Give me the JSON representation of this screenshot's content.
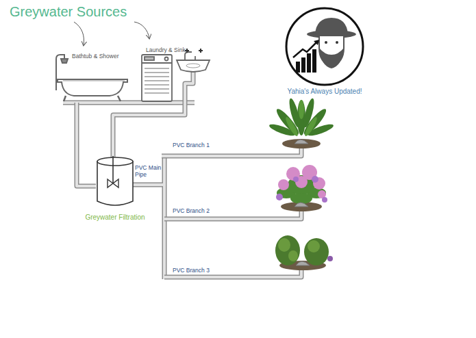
{
  "diagram": {
    "title": "Greywater Sources",
    "nodes": [
      {
        "text": [
          "Bathtub & Shower"
        ]
      },
      {
        "text": [
          "Laundry & Sink"
        ]
      },
      {
        "text": [
          "Greywater Filtration"
        ]
      },
      {
        "text": [
          "Yahia's Always Updated!"
        ]
      }
    ],
    "edges": [
      {
        "from": 0,
        "to": 2,
        "arrow": "none"
      },
      {
        "from": 1,
        "to": 2,
        "arrow": "none"
      }
    ],
    "labels": [
      "PVC Main Pipe",
      "PVC Branch 1",
      "PVC Branch 2",
      "PVC Branch 3"
    ]
  }
}
